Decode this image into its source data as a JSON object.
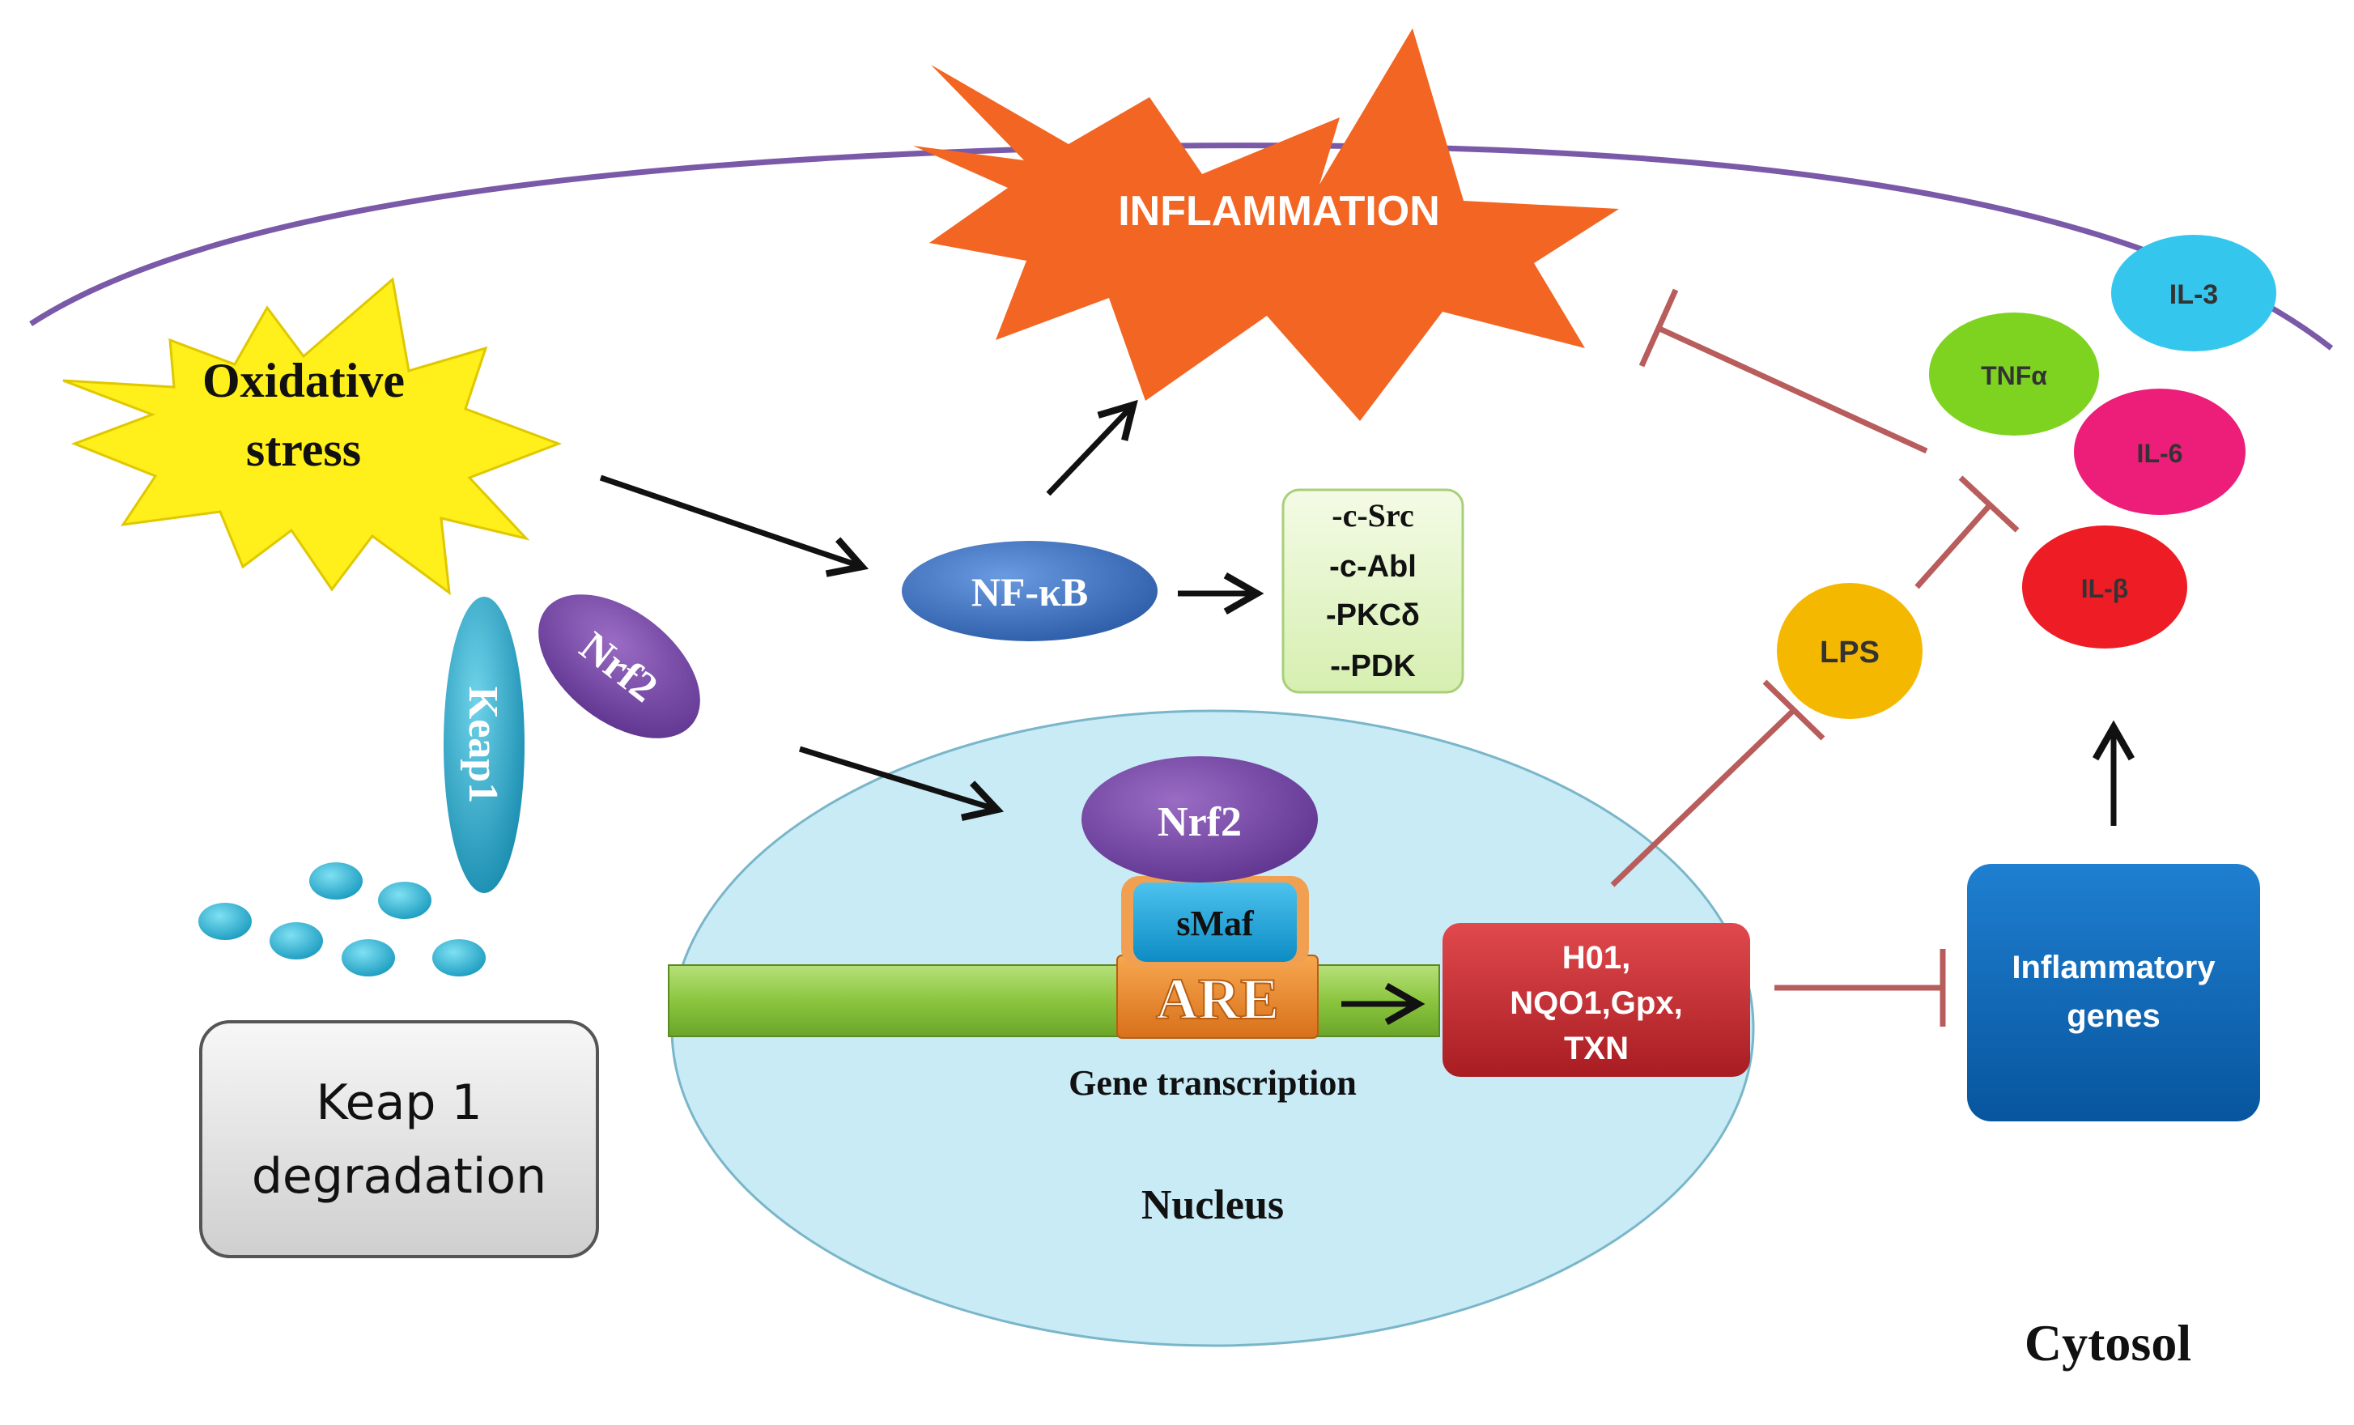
{
  "labels": {
    "inflammation": "INFLAMMATION",
    "oxidative_stress_line1": "Oxidative",
    "oxidative_stress_line2": "stress",
    "nfkb": "NF-κB",
    "kinases": [
      "-c-Src",
      "-c-Abl",
      "-PKCδ",
      "--PDK"
    ],
    "keap1": "Keap1",
    "nrf2_cytosol": "Nrf2",
    "nrf2_nucleus": "Nrf2",
    "smaf": "sMaf",
    "are": "ARE",
    "gene_transcription": "Gene transcription",
    "nucleus": "Nucleus",
    "targets": [
      "H01,",
      "NQO1,Gpx,",
      "TXN"
    ],
    "inflammatory_genes": [
      "Inflammatory",
      "genes"
    ],
    "lps": "LPS",
    "il3": "IL-3",
    "tnfa": "TNFα",
    "il6": "IL-6",
    "ilb": "IL-β",
    "keap1_degradation": [
      "Keap 1",
      "degradation"
    ],
    "cytosol": "Cytosol"
  },
  "colors": {
    "membrane": "#7a5aa8",
    "inflammation_burst": "#f26522",
    "oxidative_burst": "#ffef1a",
    "nfkb": "#3a6fc0",
    "nrf2": "#7a4aa3",
    "keap1": "#2aa9c9",
    "nucleus": "#c8ebf6",
    "dna": "#8cc63f",
    "are": "#f08a24",
    "smaf": "#1aa4de",
    "targets": "#c9282d",
    "inflammatory_genes": "#0a64b4",
    "lps": "#f5b800",
    "il3": "#35c6ee",
    "tnfa": "#7ed321",
    "il6": "#ec1e79",
    "ilb": "#ee1c24",
    "inhibit": "#b85c5c",
    "activate": "#111111"
  }
}
